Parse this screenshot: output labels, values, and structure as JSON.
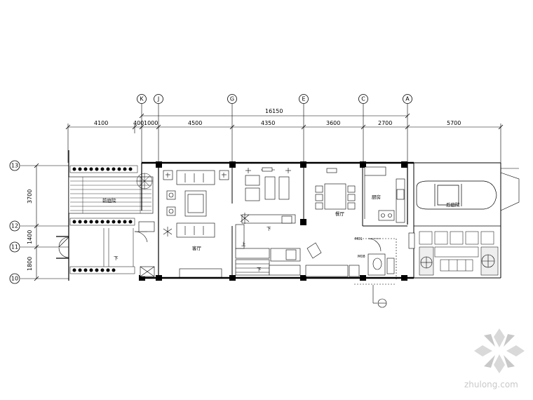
{
  "axes_top": [
    "K",
    "J",
    "G",
    "E",
    "C",
    "A"
  ],
  "axes_left": [
    "13",
    "12",
    "11",
    "10"
  ],
  "dims_top": {
    "total": "16150",
    "segments": [
      "4100",
      "400",
      "1000",
      "4500",
      "4350",
      "3600",
      "2700",
      "5700"
    ]
  },
  "dims_left": [
    "3700",
    "1400",
    "1800"
  ],
  "rooms": {
    "front_garden": "前庭院",
    "living": "客厅",
    "dining": "餐厅",
    "kitchen": "厨房",
    "back_garden": "后庭院"
  },
  "stair_labels": {
    "down1": "下",
    "down2": "下",
    "up": "上",
    "down3": "下"
  },
  "marks": {
    "m1": "M01",
    "m2": "M08"
  },
  "watermark": "zhulong.com"
}
